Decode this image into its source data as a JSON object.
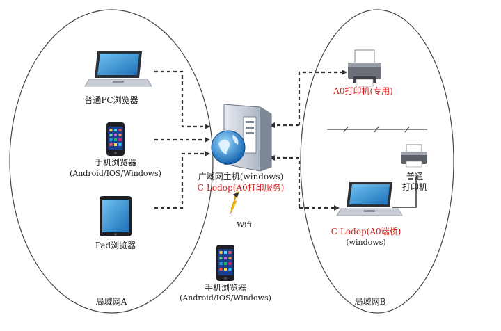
{
  "lan_a": {
    "label": "局域网A",
    "pc": {
      "label": "普通PC浏览器",
      "icon": "laptop-icon"
    },
    "phone": {
      "label": "手机浏览器",
      "sub": "(Android/IOS/Windows)",
      "icon": "smartphone-icon"
    },
    "pad": {
      "label": "Pad浏览器",
      "icon": "tablet-icon"
    }
  },
  "server": {
    "label": "广域网主机(windows)",
    "service": "C-Lodop(A0打印服务)",
    "icon": "server-globe-icon"
  },
  "wifi_client": {
    "wifi_label": "Wifi",
    "label": "手机浏览器",
    "sub": "(Android/IOS/Windows)",
    "icon": "smartphone-icon"
  },
  "lan_b": {
    "label": "局域网B",
    "a0_printer": {
      "label": "A0打印机(专用)",
      "icon": "printer-icon"
    },
    "normal_printer": {
      "label_line1": "普通",
      "label_line2": "打印机",
      "icon": "printer-icon"
    },
    "laptop": {
      "label": "C-Lodop(A0端桥)",
      "sub": "(windows)",
      "icon": "laptop-icon"
    }
  },
  "colors": {
    "accent_red": "#d81b1b",
    "line": "#333333",
    "ellipse_stroke": "#444444",
    "lightning": "#f5b800"
  }
}
